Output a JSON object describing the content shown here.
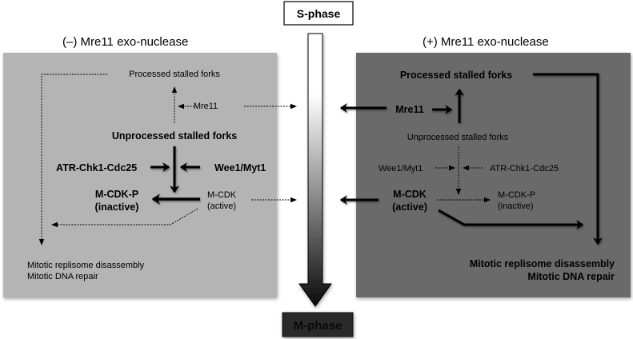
{
  "phases": {
    "start": "S-phase",
    "end": "M-phase"
  },
  "left_panel": {
    "title": "(–) Mre11 exo-nuclease",
    "processed": "Processed stalled forks",
    "mre11": "Mre11",
    "unprocessed": "Unprocessed stalled forks",
    "atr": "ATR-Chk1-Cdc25",
    "wee1": "Wee1/Myt1",
    "mcdkp_line1": "M-CDK-P",
    "mcdkp_line2": "(inactive)",
    "mcdk_line1": "M-CDK",
    "mcdk_line2": "(active)",
    "outcome_line1": "Mitotic replisome disassembly",
    "outcome_line2": "Mitotic DNA repair"
  },
  "right_panel": {
    "title": "(+) Mre11 exo-nuclease",
    "processed": "Processed stalled forks",
    "mre11": "Mre11",
    "unprocessed": "Unprocessed stalled forks",
    "wee1": "Wee1/Myt1",
    "atr": "ATR-Chk1-Cdc25",
    "mcdk_line1": "M-CDK",
    "mcdk_line2": "(active)",
    "mcdkp_line1": "M-CDK-P",
    "mcdkp_line2": "(inactive)",
    "outcome_line1": "Mitotic replisome disassembly",
    "outcome_line2": "Mitotic DNA repair"
  },
  "colors": {
    "left_panel_bg": "#b4b4b4",
    "right_panel_bg": "#6b6b6b",
    "m_phase_box": "#2a2a2a"
  }
}
